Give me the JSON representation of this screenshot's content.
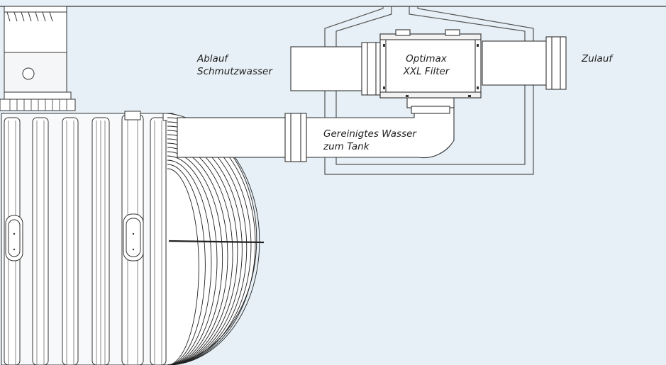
{
  "diagram": {
    "labels": {
      "ablauf_line1": "Ablauf",
      "ablauf_line2": "Schmutzwasser",
      "optimax_line1": "Optimax",
      "optimax_line2": "XXL Filter",
      "zulauf": "Zulauf",
      "gereinigt_line1": "Gereinigtes Wasser",
      "gereinigt_line2": "zum Tank"
    },
    "colors": {
      "background": "#e7f0f6",
      "stroke": "#2a2a2a",
      "pipe_fill": "#ffffff",
      "pit_stroke": "#555555"
    }
  }
}
